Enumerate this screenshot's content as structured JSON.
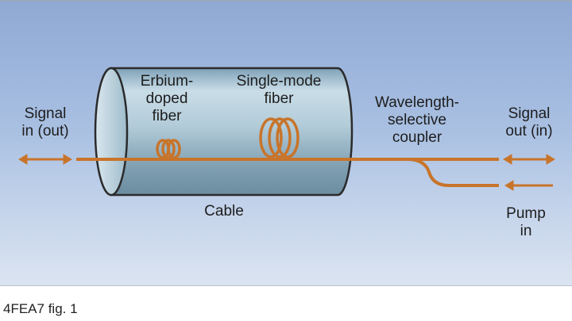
{
  "colors": {
    "background_top": "#8fa9d4",
    "background_bottom": "#dbe4f1",
    "fiber": "#c8742a",
    "fiber_dark": "#8a4a1a",
    "cable_body": "#a9c6d6",
    "cable_outline": "#2b2b2b"
  },
  "labels": {
    "signal_in": [
      "Signal",
      "in (out)"
    ],
    "erbium": [
      "Erbium-",
      "doped",
      "fiber"
    ],
    "single_mode": [
      "Single-mode",
      "fiber"
    ],
    "coupler": [
      "Wavelength-",
      "selective",
      "coupler"
    ],
    "signal_out": [
      "Signal",
      "out (in)"
    ],
    "cable": "Cable",
    "pump": [
      "Pump",
      "in"
    ]
  },
  "caption": "4FEA7 fig. 1",
  "icons": {
    "signal_in_arrow": "double-headed-arrow",
    "signal_out_arrow": "double-headed-arrow",
    "pump_arrow": "left-arrow"
  }
}
